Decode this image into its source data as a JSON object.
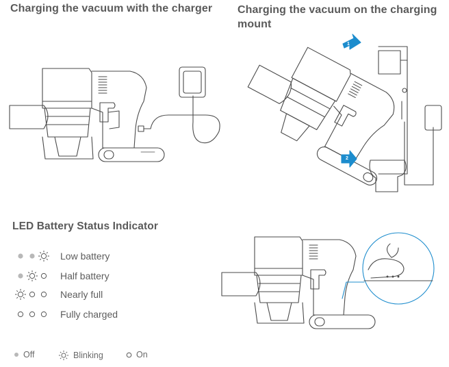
{
  "sections": {
    "charger_title": "Charging the vacuum with the charger",
    "mount_title": "Charging the vacuum on the charging mount",
    "led_title": "LED Battery Status Indicator"
  },
  "mount_steps": [
    "1",
    "2"
  ],
  "led_rows": [
    {
      "label": "Low battery",
      "states": [
        "off",
        "off",
        "blinking"
      ]
    },
    {
      "label": "Half battery",
      "states": [
        "off",
        "blinking",
        "on"
      ]
    },
    {
      "label": "Nearly full",
      "states": [
        "blinking",
        "on",
        "on"
      ]
    },
    {
      "label": "Fully charged",
      "states": [
        "on",
        "on",
        "on"
      ]
    }
  ],
  "legend": {
    "off": "Off",
    "blinking": "Blinking",
    "on": "On"
  },
  "colors": {
    "accent": "#1c8ccd",
    "line": "#4a4a4a",
    "dot_off": "#b8b8b8"
  }
}
